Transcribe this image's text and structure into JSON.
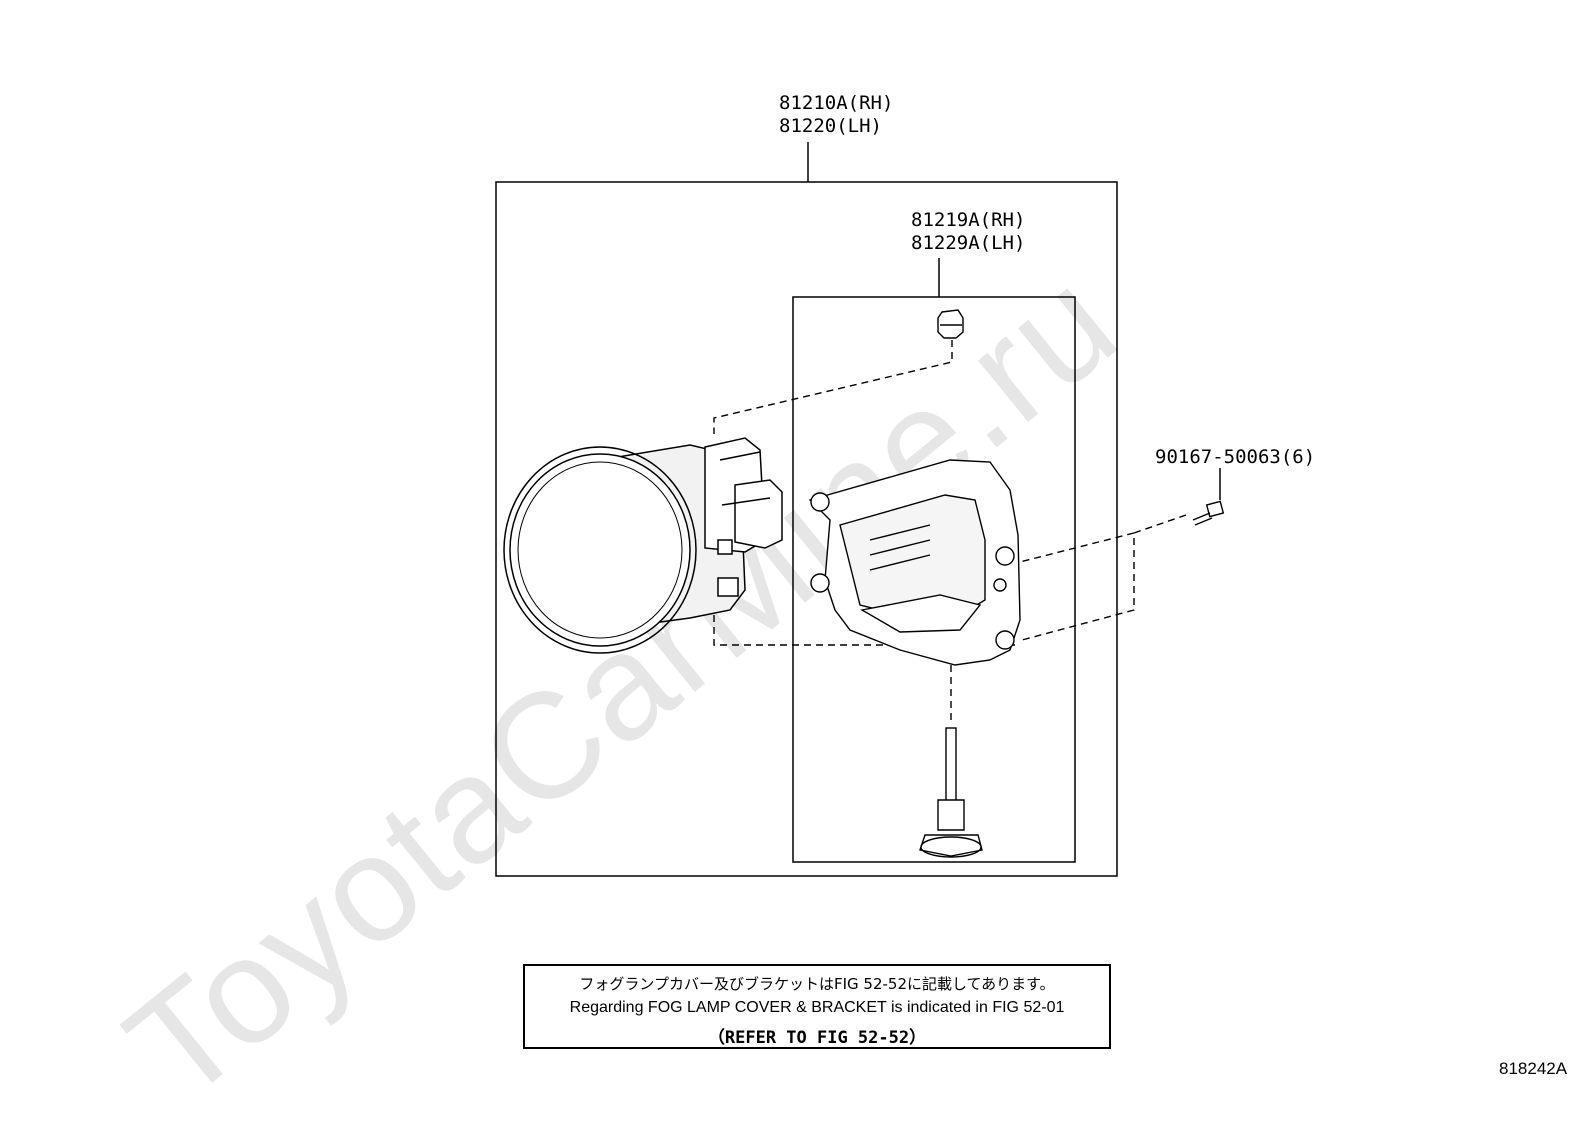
{
  "watermark": "ToyotaCarMine.ru",
  "parts": {
    "fog_lamp_assy": {
      "line1": "81210A(RH)",
      "line2": "81220(LH)"
    },
    "bracket": {
      "line1": "81219A(RH)",
      "line2": "81229A(LH)"
    },
    "bolt": {
      "label": "90167-50063(6)"
    }
  },
  "note": {
    "japanese": "フォグランプカバー及びブラケットはFIG 52-52に記載してあります。",
    "english": "Regarding FOG LAMP COVER & BRACKET is indicated in FIG 52-01",
    "reference": "（REFER TO FIG 52-52）"
  },
  "figure_id": "818242A",
  "colors": {
    "line": "#000000",
    "watermark": "#e6e6e6",
    "background": "#ffffff"
  }
}
